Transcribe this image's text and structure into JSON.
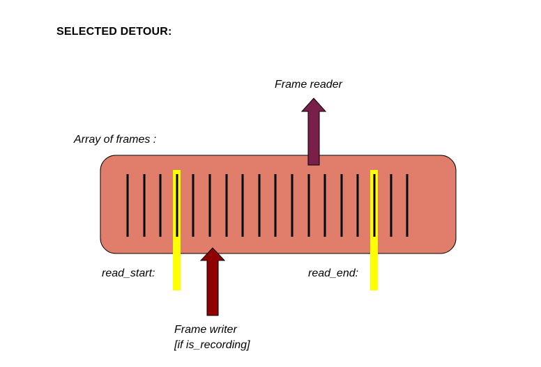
{
  "title": "SELECTED DETOUR:",
  "labels": {
    "frame_reader": "Frame reader",
    "array_of_frames": "Array of frames :",
    "read_start": "read_start:",
    "read_end": "read_end:",
    "frame_writer_line1": "Frame writer",
    "frame_writer_line2": "[if is_recording]"
  },
  "frames": {
    "count": 18,
    "read_start_index": 3,
    "read_end_index": 15
  },
  "colors": {
    "array_fill": "#e07e6b",
    "frame_line": "#000000",
    "marker_fill": "#ffff00",
    "reader_arrow": "#7a1f4a",
    "writer_arrow": "#900000"
  }
}
